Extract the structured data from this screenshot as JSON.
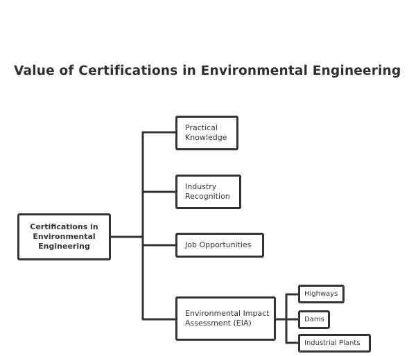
{
  "title": "Value of Certifications in Environmental Engineering",
  "root": {
    "label": "Certifications in Environmental Engineering"
  },
  "branches": [
    {
      "id": "practical",
      "label": "Practical Knowledge"
    },
    {
      "id": "recognition",
      "label": "Industry Recognition"
    },
    {
      "id": "jobs",
      "label": "Job Opportunities"
    },
    {
      "id": "eia",
      "label": "Environmental Impact Assessment (EIA)"
    }
  ],
  "eia_children": [
    {
      "id": "highways",
      "label": "Highways"
    },
    {
      "id": "dams",
      "label": "Dams"
    },
    {
      "id": "industrial",
      "label": "Industrial Plants"
    }
  ]
}
